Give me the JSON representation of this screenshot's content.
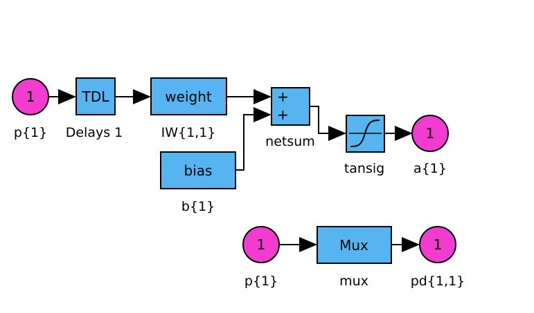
{
  "blocks": {
    "p_in": {
      "text": "1",
      "label": "p{1}"
    },
    "tdl": {
      "text": "TDL",
      "label": "Delays 1"
    },
    "weight": {
      "text": "weight",
      "label": "IW{1,1}"
    },
    "bias": {
      "text": "bias",
      "label": "b{1}"
    },
    "netsum": {
      "plus1": "+",
      "plus2": "+",
      "label": "netsum"
    },
    "tansig": {
      "label": "tansig"
    },
    "a_out": {
      "text": "1",
      "label": "a{1}"
    },
    "p_in2": {
      "text": "1",
      "label": "p{1}"
    },
    "mux": {
      "text": "Mux",
      "label": "mux"
    },
    "pd_out": {
      "text": "1",
      "label": "pd{1,1}"
    }
  },
  "colors": {
    "block": "#56b5f0",
    "port": "#f23ccf"
  }
}
